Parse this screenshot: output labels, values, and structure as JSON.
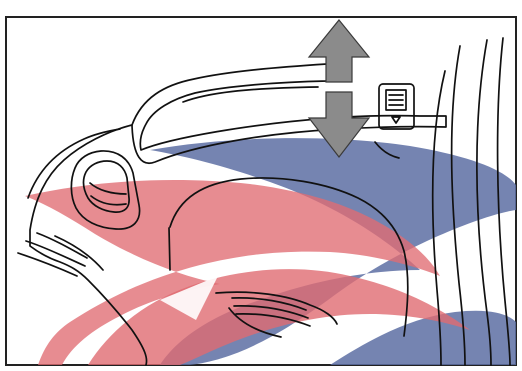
{
  "figure": {
    "kind": "line-drawing",
    "subject": "vehicle-seat-headrest-height-adjustment",
    "arrows": [
      "up-arrow",
      "down-arrow"
    ],
    "colors": {
      "line": "#111111",
      "frame": "#222222",
      "paper": "#ffffff",
      "arrow_fill": "#8b8b8b",
      "arrow_stroke": "#3a3a3a",
      "watermark_blue": "#5d6fa3",
      "watermark_red": "#e06b72"
    }
  }
}
